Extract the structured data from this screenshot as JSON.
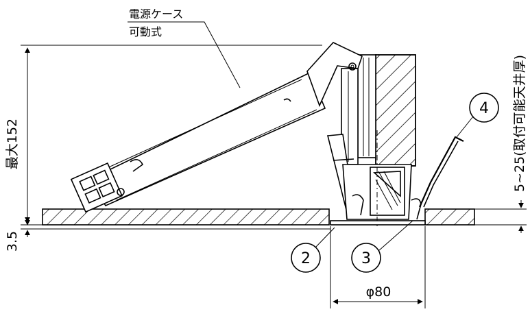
{
  "labels": {
    "power_case": "電源ケース",
    "movable": "可動式",
    "max_height": "最大152",
    "ceiling_thickness": "5~25(取付可能天井厚)",
    "bezel": "3.5",
    "diameter": "φ80"
  },
  "callouts": [
    "2",
    "3",
    "4"
  ]
}
